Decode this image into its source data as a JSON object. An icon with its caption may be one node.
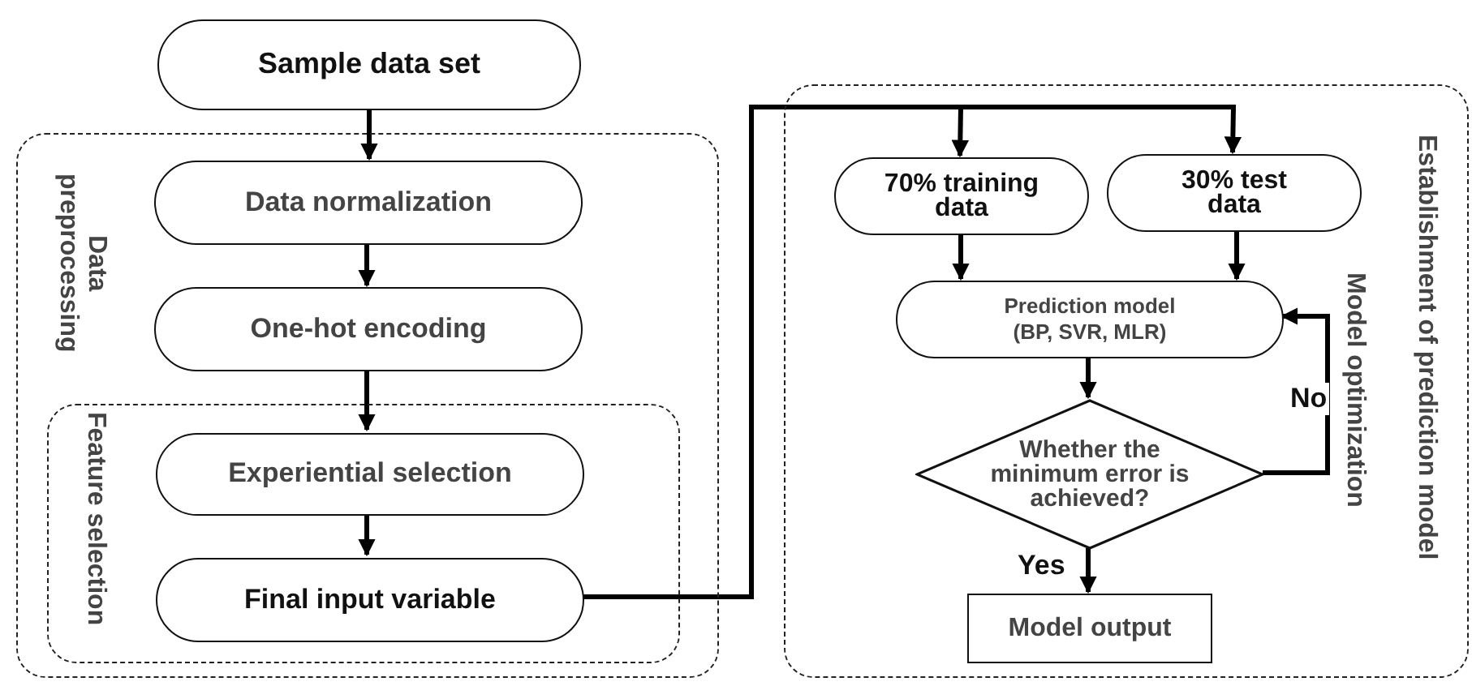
{
  "diagram": {
    "nodes": [
      {
        "text": [
          "Sample data set"
        ]
      },
      {
        "text": [
          "Data preprocessing"
        ]
      },
      {
        "text": [
          "Data normalization"
        ],
        "in": 1
      },
      {
        "text": [
          "One-hot encoding"
        ],
        "in": 1
      },
      {
        "text": [
          "Feature selection"
        ],
        "in": 1
      },
      {
        "text": [
          "Experiential selection"
        ],
        "in": 4
      },
      {
        "text": [
          "Final input variable"
        ],
        "in": 4
      },
      {
        "text": [
          "Establishment of prediction model"
        ]
      },
      {
        "text": [
          "70% training data"
        ],
        "in": 7
      },
      {
        "text": [
          "30% test data"
        ],
        "in": 7
      },
      {
        "text": [
          "Prediction model",
          "(BP, SVR, MLR)"
        ],
        "in": 7
      },
      {
        "text": [
          "Whether the minimum error is achieved?"
        ],
        "in": 7
      },
      {
        "text": [
          "Model output"
        ],
        "in": 7
      }
    ],
    "edges": [
      {
        "from": 0,
        "to": 2,
        "arrow": "to"
      },
      {
        "from": 2,
        "to": 3,
        "arrow": "to"
      },
      {
        "from": 3,
        "to": 5,
        "arrow": "to"
      },
      {
        "from": 5,
        "to": 6,
        "arrow": "to"
      },
      {
        "from": 6,
        "to": 8,
        "arrow": "to"
      },
      {
        "from": 6,
        "to": 9,
        "arrow": "to"
      },
      {
        "from": 8,
        "to": 10,
        "arrow": "to"
      },
      {
        "from": 9,
        "to": 10,
        "arrow": "to"
      },
      {
        "from": 10,
        "to": 11,
        "arrow": "to"
      },
      {
        "from": 11,
        "to": 12,
        "label": "Yes",
        "arrow": "to"
      },
      {
        "from": 11,
        "to": 10,
        "label": "No",
        "arrow": "to"
      }
    ],
    "labels": [
      "Model optimization"
    ]
  }
}
